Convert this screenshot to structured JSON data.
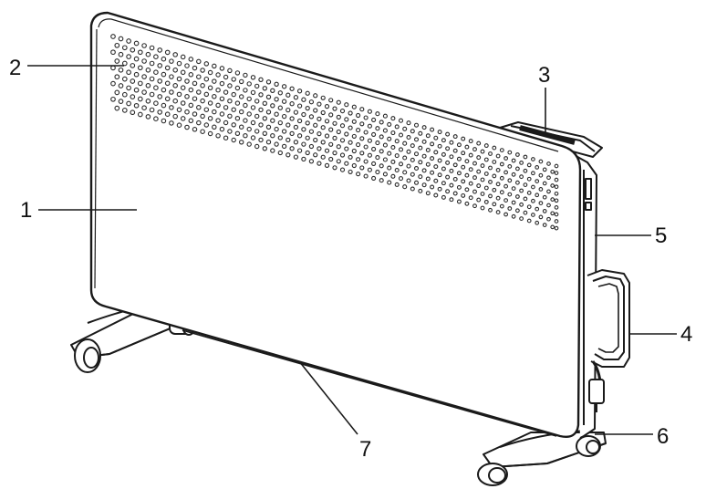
{
  "diagram": {
    "callouts": [
      {
        "id": "1",
        "label": "1"
      },
      {
        "id": "2",
        "label": "2"
      },
      {
        "id": "3",
        "label": "3"
      },
      {
        "id": "4",
        "label": "4"
      },
      {
        "id": "5",
        "label": "5"
      },
      {
        "id": "6",
        "label": "6"
      },
      {
        "id": "7",
        "label": "7"
      }
    ]
  },
  "colors": {
    "line": "#1a1a1a",
    "background": "#ffffff",
    "panel_fill": "#ffffff",
    "vent_hole": "#2a2a2a"
  }
}
